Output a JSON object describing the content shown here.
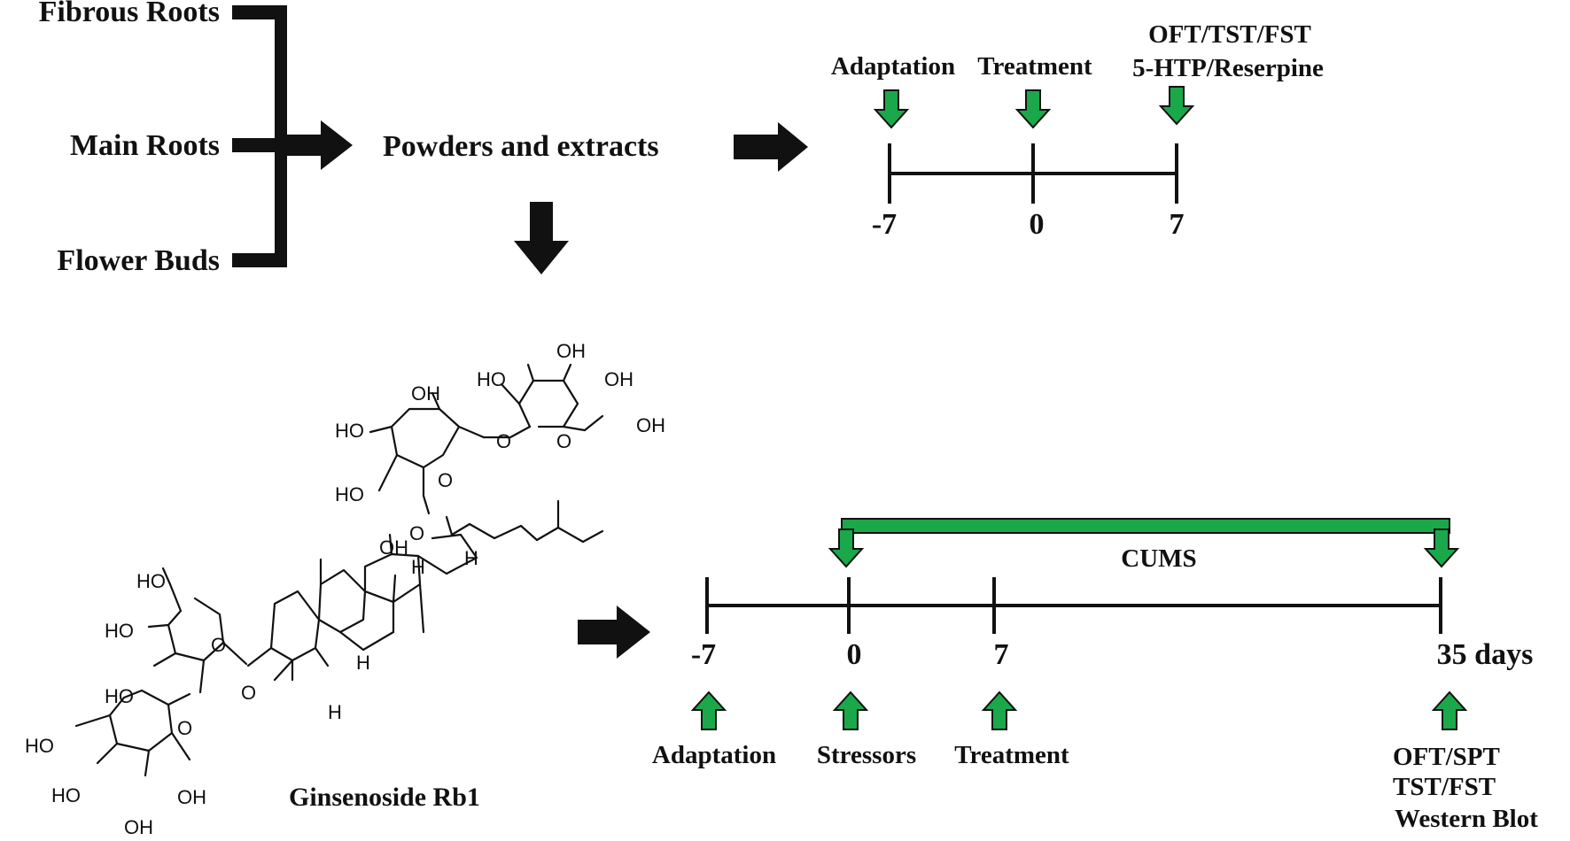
{
  "colors": {
    "accent": "#1aa84a",
    "ink": "#111111"
  },
  "sources": {
    "fibrous_roots": "Fibrous  Roots",
    "main_roots": "Main Roots",
    "flower_buds": "Flower  Buds"
  },
  "powders_label": "Powders and extracts",
  "compound_label": "Ginsenoside Rb1",
  "timeline1": {
    "labels": {
      "adaptation": "Adaptation",
      "treatment": "Treatment",
      "tests_line1": "OFT/TST/FST",
      "tests_line2": "5-HTP/Reserpine"
    },
    "ticks": [
      "-7",
      "0",
      "7"
    ]
  },
  "timeline2": {
    "bracket_label": "CUMS",
    "ticks": [
      "-7",
      "0",
      "7",
      "35 days"
    ],
    "labels": {
      "adaptation": "Adaptation",
      "stressors": "Stressors",
      "treatment": "Treatment",
      "tests_line1": "OFT/SPT",
      "tests_line2": "TST/FST",
      "tests_line3": "Western  Blot"
    }
  },
  "chem_atoms": {
    "oh": "OH",
    "ho": "HO",
    "o": "O",
    "h": "H"
  }
}
